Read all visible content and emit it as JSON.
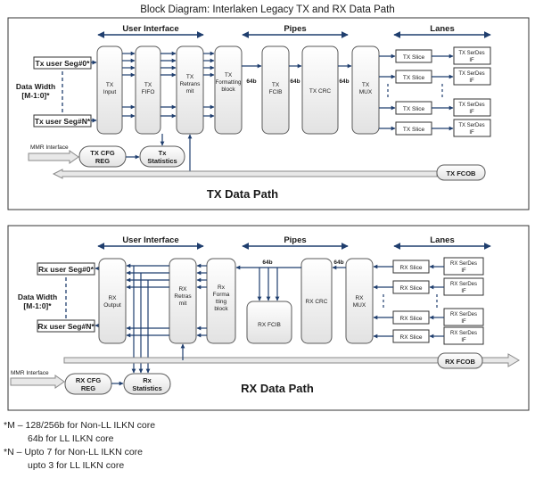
{
  "title": "Block Diagram: Interlaken Legacy TX and RX Data Path",
  "tx": {
    "section_user_interface": "User Interface",
    "section_pipes": "Pipes",
    "section_lanes": "Lanes",
    "seg0": "Tx user Seg#0*",
    "segN": "Tx user Seg#N*",
    "data_width": "Data Width",
    "data_width_range": "[M-1:0]*",
    "input": [
      "TX",
      "Input"
    ],
    "fifo": [
      "TX",
      "FIFO"
    ],
    "retrans": [
      "TX",
      "Retrans",
      "mit"
    ],
    "formatting": [
      "TX",
      "Formatting",
      "block"
    ],
    "width_64b": "64b",
    "fcib": [
      "TX",
      "FCIB"
    ],
    "crc": "TX CRC",
    "mux": [
      "TX",
      "MUX"
    ],
    "slice": "TX Slice",
    "serdes": [
      "TX SerDes",
      "IF"
    ],
    "mmr": "MMR Interface",
    "cfg": [
      "TX CFG",
      "REG"
    ],
    "stats": [
      "Tx",
      "Statistics"
    ],
    "fcob": "TX FCOB",
    "path_label": "TX Data Path"
  },
  "rx": {
    "section_user_interface": "User Interface",
    "section_pipes": "Pipes",
    "section_lanes": "Lanes",
    "seg0": "Rx user Seg#0*",
    "segN": "Rx user Seg#N*",
    "data_width": "Data Width",
    "data_width_range": "[M-1:0]*",
    "output": [
      "RX",
      "Output"
    ],
    "retrans": [
      "RX",
      "Retras",
      "mit"
    ],
    "formatting": [
      "Rx",
      "Forma",
      "tting",
      "block"
    ],
    "width_64b": "64b",
    "fcib": "RX FCIB",
    "crc": "RX CRC",
    "mux": [
      "RX",
      "MUX"
    ],
    "slice": "RX Slice",
    "serdes": [
      "RX SerDes",
      "IF"
    ],
    "mmr": "MMR Interface",
    "cfg": [
      "RX CFG",
      "REG"
    ],
    "stats": [
      "Rx",
      "Statistics"
    ],
    "fcob": "RX FCOB",
    "path_label": "RX Data Path"
  },
  "notes": [
    "*M – 128/256b for Non-LL ILKN core",
    "64b for LL ILKN core",
    "*N – Upto 7 for Non-LL ILKN core",
    "upto 3 for LL ILKN core"
  ],
  "colors": {
    "arrow": "#1f3e6e",
    "box_stroke": "#5a5a5a",
    "box_fill_top": "#ffffff",
    "box_fill_bottom": "#e4e4e4",
    "fcob_arrow_fill": "#e8e8e8",
    "fcob_arrow_stroke": "#8a8a8a",
    "panel_stroke": "#333333"
  }
}
